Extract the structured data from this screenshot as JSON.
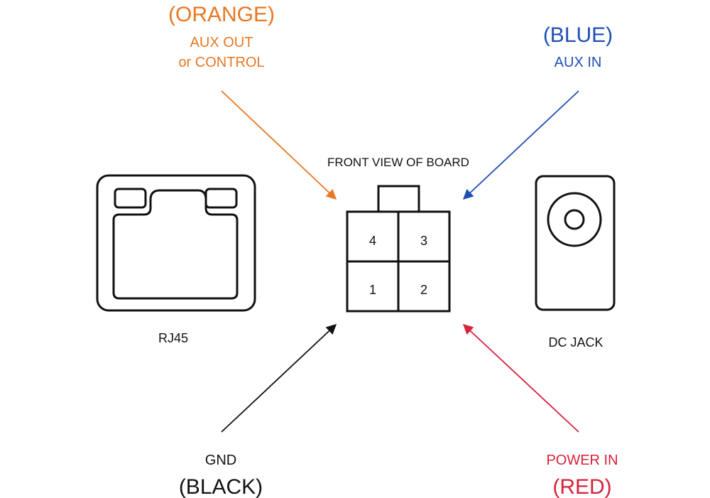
{
  "colors": {
    "orange": "#E87722",
    "blue": "#1F4FB5",
    "red": "#D7223A",
    "black": "#111111"
  },
  "header": {
    "title": "FRONT VIEW OF BOARD"
  },
  "connector": {
    "pins": {
      "pin4": "4",
      "pin3": "3",
      "pin1": "1",
      "pin2": "2"
    }
  },
  "components": {
    "rj45_label": "RJ45",
    "dc_jack_label": "DC JACK"
  },
  "wires": {
    "orange": {
      "color_name": "(ORANGE)",
      "line1": "AUX OUT",
      "line2": "or CONTROL"
    },
    "blue": {
      "color_name": "(BLUE)",
      "line1": "AUX IN"
    },
    "black": {
      "line1": "GND",
      "color_name": "(BLACK)"
    },
    "red": {
      "line1": "POWER IN",
      "color_name": "(RED)"
    }
  }
}
